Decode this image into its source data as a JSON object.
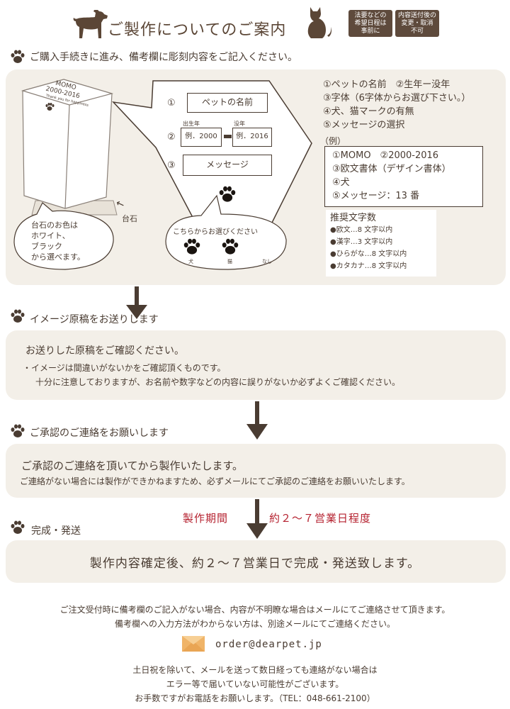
{
  "header": {
    "title": "ご製作についてのご案内",
    "badge1": [
      "法要などの",
      "希望日程は",
      "事前に"
    ],
    "badge2": [
      "内容送付後の",
      "変更・取消",
      "不可"
    ]
  },
  "step1": {
    "title": "ご購入手続きに進み、備考欄に彫刻内容をご記入ください。",
    "stone_text": {
      "name": "MOMO",
      "years": "2000-2016",
      "msg": "Thank you for happiness"
    },
    "base_label": "台石",
    "base_bubble": [
      "台石のお色は",
      "ホワイト、",
      "ブラック",
      "から選べます。"
    ],
    "form": {
      "n1": "①",
      "n2": "②",
      "n3": "③",
      "name_box": "ペットの名前",
      "birth_label": "出生年",
      "death_label": "没年",
      "birth_box": "例．2000",
      "death_box": "例．2016",
      "msg_box": "メッセージ"
    },
    "mark_bubble": {
      "title": "こちらからお選びください",
      "dog": "犬",
      "cat": "猫",
      "none": "なし"
    },
    "items": [
      "①ペットの名前　②生年ー没年",
      "③字体（6字体からお選び下さい。）",
      "④犬、猫マークの有無",
      "⑤メッセージの選択"
    ],
    "example_label": "（例）",
    "example": [
      "①MOMO　②2000-2016",
      "③欧文書体（デザイン書体）",
      "④犬",
      "⑤メッセージ：13 番"
    ],
    "recommend_title": "推奨文字数",
    "recommend": [
      "●欧文…8 文字以内",
      "●漢字…3 文字以内",
      "●ひらがな…8 文字以内",
      "●カタカナ…8 文字以内"
    ]
  },
  "step2": {
    "title": "イメージ原稿をお送りします",
    "line1": "お送りした原稿をご確認ください。",
    "line2": "・イメージは間違いがないかをご確認頂くものです。",
    "line3": "十分に注意しておりますが、お名前や数字などの内容に誤りがないか必ずよくご確認ください。"
  },
  "step3": {
    "title": "ご承認のご連絡をお願いします",
    "line1": "ご承認のご連絡を頂いてから製作いたします。",
    "line2": "ご連絡がない場合には製作ができかねますため、必ずメールにてご承認のご連絡をお願いいたします。"
  },
  "period": {
    "left": "製作期間",
    "right": "約２〜７営業日程度"
  },
  "step4": {
    "title": "完成・発送",
    "line1": "製作内容確定後、約２〜７営業日で完成・発送致します。"
  },
  "footer": {
    "line1": "ご注文受付時に備考欄のご記入がない場合、内容が不明瞭な場合はメールにてご連絡させて頂きます。",
    "line2": "備考欄への入力方法がわからない方は、別途メールにてご連絡ください。",
    "email": "order@dearpet.jp",
    "line3": "土日祝を除いて、メールを送って数日経っても連絡がない場合は",
    "line4": "エラー等で届いていない可能性がございます。",
    "line5": "お手数ですがお電話をお願いします。（TEL：048-661-2100）"
  },
  "colors": {
    "text": "#4a3c32",
    "panel": "#f3efe8",
    "badge": "#5e4a3c",
    "accent_red": "#b5212f",
    "envelope": "#f0b468"
  }
}
